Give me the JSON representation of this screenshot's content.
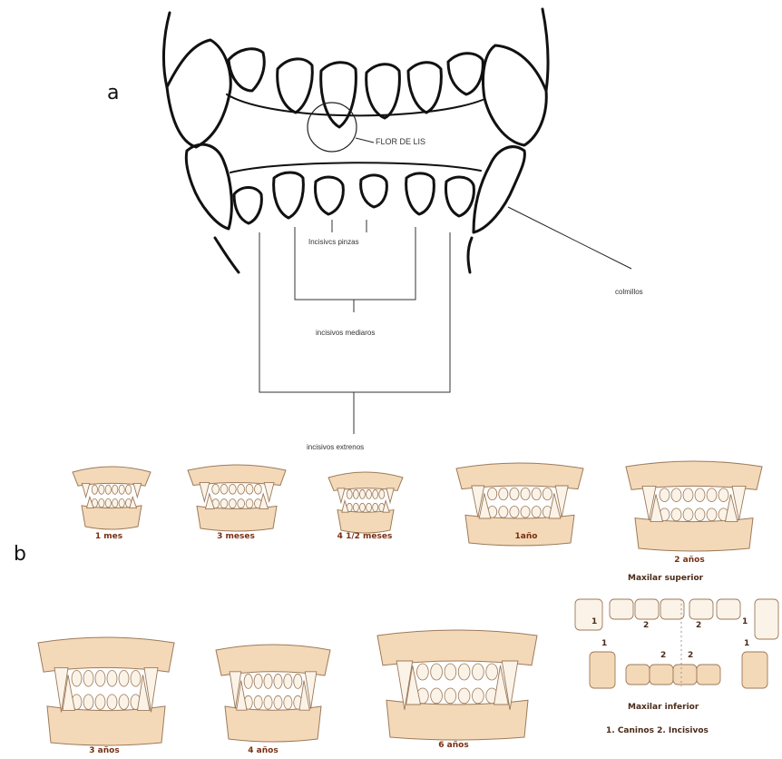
{
  "panel_a": {
    "label": "a",
    "flor_de_lis": "FLOR DE LIS",
    "incisivos_pinzas": "Incisivcs pinzas",
    "colmillos": "colmillos",
    "incisivos_mediaros": "incisivos mediaros",
    "incisivos_extremos": "incisivos extrenos"
  },
  "panel_b": {
    "label": "b",
    "ages": [
      "1 mes",
      "3 meses",
      "4 1/2 meses",
      "1año",
      "2 años",
      "3 años",
      "4 años",
      "6 años"
    ],
    "maxilar_superior": "Maxilar superior",
    "maxilar_inferior": "Maxilar inferior",
    "num_1": "1",
    "num_2": "2",
    "legend": "1. Caninos   2. Incisivos"
  },
  "colors": {
    "outline": "#111111",
    "tooth_fill": "#fbf3e7",
    "gum_fill": "#f4d9b9",
    "tooth_stroke": "#9c7a5a",
    "caption": "#7a2e12"
  }
}
